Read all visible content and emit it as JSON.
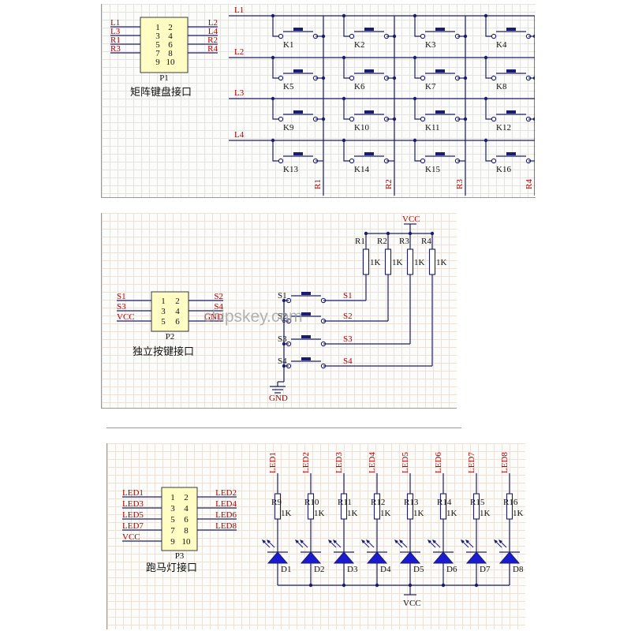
{
  "watermark": "chipskey.com",
  "matrix": {
    "header_name": "P1",
    "header_title": "矩阵键盘接口",
    "left_labels": [
      "L1",
      "L3",
      "R1",
      "R3"
    ],
    "right_labels": [
      "L2",
      "L4",
      "R2",
      "R4"
    ],
    "pins_left": [
      "1",
      "3",
      "5",
      "7",
      "9"
    ],
    "pins_right": [
      "2",
      "4",
      "6",
      "8",
      "10"
    ],
    "rows": [
      "L1",
      "L2",
      "L3",
      "L4"
    ],
    "cols": [
      "R1",
      "R2",
      "R3",
      "R4"
    ],
    "keys": [
      "K1",
      "K2",
      "K3",
      "K4",
      "K5",
      "K6",
      "K7",
      "K8",
      "K9",
      "K10",
      "K11",
      "K12",
      "K13",
      "K14",
      "K15",
      "K16"
    ]
  },
  "buttons": {
    "header_name": "P2",
    "header_title": "独立按键接口",
    "left_labels": [
      "S1",
      "S3",
      "VCC"
    ],
    "right_labels": [
      "S2",
      "S4",
      "GND"
    ],
    "pins_left": [
      "1",
      "3",
      "5"
    ],
    "pins_right": [
      "2",
      "4",
      "6"
    ],
    "vcc": "VCC",
    "gnd": "GND",
    "resistors": [
      "R1",
      "R2",
      "R3",
      "R4"
    ],
    "res_value": "1K",
    "switches": [
      "S1",
      "S2",
      "S3",
      "S4"
    ],
    "nets": [
      "S1",
      "S2",
      "S3",
      "S4"
    ]
  },
  "leds": {
    "header_name": "P3",
    "header_title": "跑马灯接口",
    "left_labels": [
      "LED1",
      "LED3",
      "LED5",
      "LED7",
      "VCC"
    ],
    "right_labels": [
      "LED2",
      "LED4",
      "LED6",
      "LED8"
    ],
    "pins_left": [
      "1",
      "3",
      "5",
      "7",
      "9"
    ],
    "pins_right": [
      "2",
      "4",
      "6",
      "8",
      "10"
    ],
    "nets": [
      "LED1",
      "LED2",
      "LED3",
      "LED4",
      "LED5",
      "LED6",
      "LED7",
      "LED8"
    ],
    "resistors": [
      "R9",
      "R10",
      "R11",
      "R12",
      "R13",
      "R14",
      "R15",
      "R16"
    ],
    "res_value": "1K",
    "diodes": [
      "D1",
      "D2",
      "D3",
      "D4",
      "D5",
      "D6",
      "D7",
      "D8"
    ],
    "vcc": "VCC"
  }
}
